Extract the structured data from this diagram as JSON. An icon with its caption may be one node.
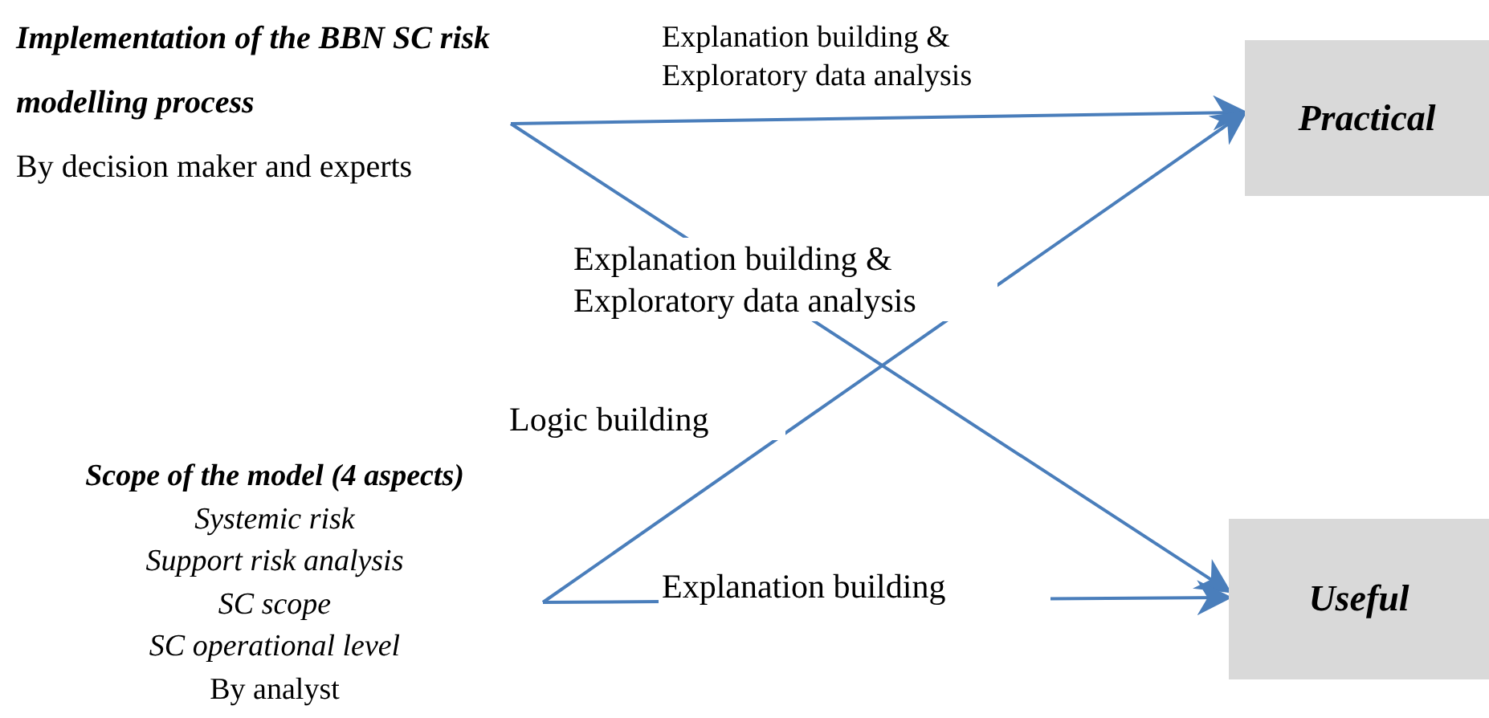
{
  "diagram": {
    "nodes": [
      {
        "text": [
          "Implementation of the BBN SC risk modelling process",
          "By decision maker and experts"
        ]
      },
      {
        "text": [
          "Scope of the model (4 aspects)",
          "Systemic risk",
          "Support risk analysis",
          "SC scope",
          "SC operational level",
          "By analyst"
        ]
      },
      {
        "text": [
          "Practical"
        ]
      },
      {
        "text": [
          "Useful"
        ]
      }
    ],
    "edges": [
      {
        "from": 0,
        "to": 2,
        "arrow": "to",
        "label": "Explanation building & Exploratory data analysis"
      },
      {
        "from": 0,
        "to": 3,
        "arrow": "to",
        "label": "Explanation building & Exploratory data analysis"
      },
      {
        "from": 1,
        "to": 2,
        "arrow": "to",
        "label": "Logic building"
      },
      {
        "from": 1,
        "to": 3,
        "arrow": "to",
        "label": "Explanation building"
      }
    ]
  }
}
